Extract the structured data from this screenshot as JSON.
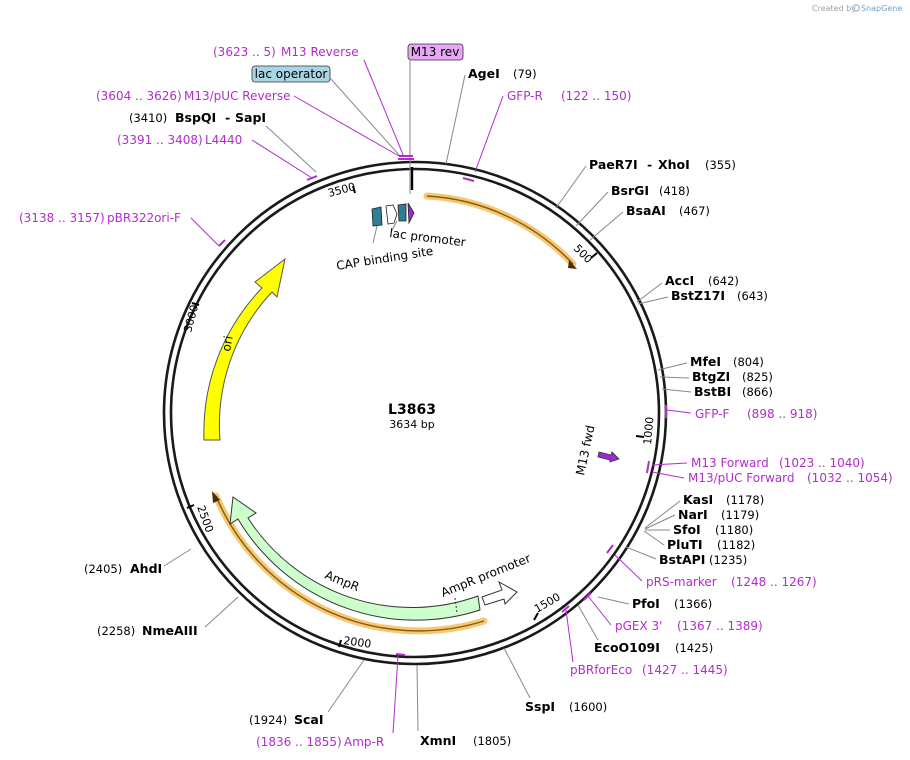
{
  "credit": {
    "created_by": "Created by",
    "brand": "SnapGene"
  },
  "plasmid": {
    "name": "L3863",
    "length_label": "3634 bp",
    "length": 3634
  },
  "colors": {
    "backbone": "#1a1a1a",
    "primer": "#b02ecb",
    "ori": "#ffff00",
    "ampr": "#ccffcc",
    "orf_highlight": "#f5c878",
    "orf_line": "#8a5a00",
    "lac_box": "#a9d6e5",
    "m13rev_box": "#e6a8f5",
    "promoter_fill": "#ffffff",
    "cap_fill": "#2e7e94",
    "m13_arrow": "#9a2bd6"
  },
  "ticks": [
    "500",
    "1000",
    "1500",
    "2000",
    "2500",
    "3000",
    "3500"
  ],
  "enzymes": [
    {
      "id": "agei",
      "name": "AgeI",
      "pos": "(79)"
    },
    {
      "id": "paer7i-xhoi",
      "name": "PaeR7I",
      "name2": "XhoI",
      "pos": "(355)"
    },
    {
      "id": "bsrgi",
      "name": "BsrGI",
      "pos": "(418)"
    },
    {
      "id": "bsaai",
      "name": "BsaAI",
      "pos": "(467)"
    },
    {
      "id": "acci",
      "name": "AccI",
      "pos": "(642)"
    },
    {
      "id": "bstz17i",
      "name": "BstZ17I",
      "pos": "(643)"
    },
    {
      "id": "mfei",
      "name": "MfeI",
      "pos": "(804)"
    },
    {
      "id": "btgzi",
      "name": "BtgZI",
      "pos": "(825)"
    },
    {
      "id": "bstbi",
      "name": "BstBI",
      "pos": "(866)"
    },
    {
      "id": "kasi",
      "name": "KasI",
      "pos": "(1178)"
    },
    {
      "id": "nari",
      "name": "NarI",
      "pos": "(1179)"
    },
    {
      "id": "sfoi",
      "name": "SfoI",
      "pos": "(1180)"
    },
    {
      "id": "pluti",
      "name": "PluTI",
      "pos": "(1182)"
    },
    {
      "id": "bstapi",
      "name": "BstAPI",
      "pos": "(1235)"
    },
    {
      "id": "pfoi",
      "name": "PfoI",
      "pos": "(1366)"
    },
    {
      "id": "ecoo109i",
      "name": "EcoO109I",
      "pos": "(1425)"
    },
    {
      "id": "sspi",
      "name": "SspI",
      "pos": "(1600)"
    },
    {
      "id": "xmni",
      "name": "XmnI",
      "pos": "(1805)"
    },
    {
      "id": "scai",
      "name": "ScaI",
      "pos": "(1924)"
    },
    {
      "id": "nmeaiii",
      "name": "NmeAIII",
      "pos": "(2258)"
    },
    {
      "id": "ahdi",
      "name": "AhdI",
      "pos": "(2405)"
    },
    {
      "id": "bspqi-sapi",
      "name": "BspQI",
      "name2": "SapI",
      "pos": "(3410)"
    }
  ],
  "primers": [
    {
      "id": "m13-reverse",
      "range": "(3623 .. 5)",
      "name": "M13 Reverse"
    },
    {
      "id": "gfp-r",
      "name": "GFP-R",
      "range": "(122 .. 150)"
    },
    {
      "id": "m13-puc-reverse",
      "range": "(3604 .. 3626)",
      "name": "M13/pUC Reverse"
    },
    {
      "id": "l4440",
      "range": "(3391 .. 3408)",
      "name": "L4440"
    },
    {
      "id": "pbr322ori-f",
      "range": "(3138 .. 3157)",
      "name": "pBR322ori-F"
    },
    {
      "id": "gfp-f",
      "name": "GFP-F",
      "range": "(898 .. 918)"
    },
    {
      "id": "m13-forward",
      "name": "M13 Forward",
      "range": "(1023 .. 1040)"
    },
    {
      "id": "m13-puc-forward",
      "name": "M13/pUC Forward",
      "range": "(1032 .. 1054)"
    },
    {
      "id": "prs-marker",
      "name": "pRS-marker",
      "range": "(1248 .. 1267)"
    },
    {
      "id": "pgex-3",
      "name": "pGEX 3'",
      "range": "(1367 .. 1389)"
    },
    {
      "id": "pbrforeco",
      "name": "pBRforEco",
      "range": "(1427 .. 1445)"
    },
    {
      "id": "amp-r",
      "range": "(1836 .. 1855)",
      "name": "Amp-R"
    }
  ],
  "features": {
    "m13_rev_box": "M13 rev",
    "lac_operator_box": "lac operator",
    "lac_promoter": "lac promoter",
    "cap_binding_site": "CAP binding site",
    "ori": "ori",
    "ampr": "AmpR",
    "ampr_promoter": "AmpR promoter",
    "m13_fwd": "M13 fwd"
  }
}
